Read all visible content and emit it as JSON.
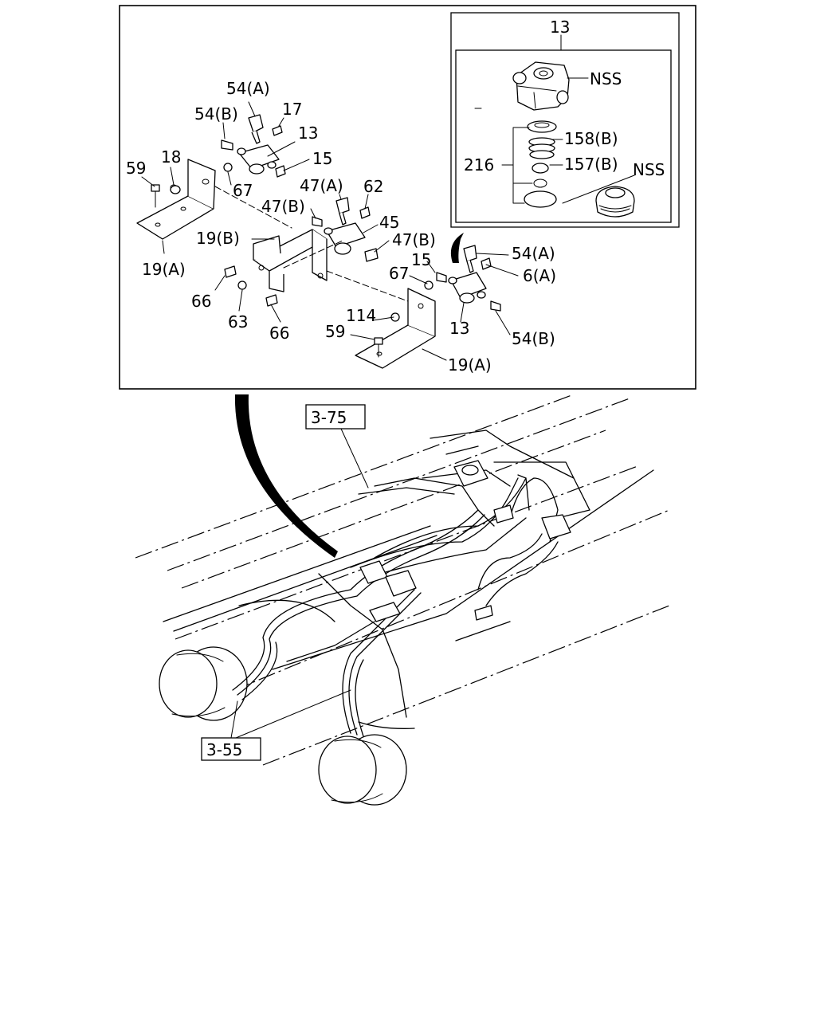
{
  "callouts": [
    {
      "text": "13"
    },
    {
      "text": "NSS"
    },
    {
      "text": "158(B)"
    },
    {
      "text": "216"
    },
    {
      "text": "157(B)"
    },
    {
      "text": "NSS"
    },
    {
      "text": "54(A)"
    },
    {
      "text": "54(B)"
    },
    {
      "text": "17"
    },
    {
      "text": "13"
    },
    {
      "text": "15"
    },
    {
      "text": "59"
    },
    {
      "text": "18"
    },
    {
      "text": "67"
    },
    {
      "text": "47(A)"
    },
    {
      "text": "62"
    },
    {
      "text": "47(B)"
    },
    {
      "text": "45"
    },
    {
      "text": "47(B)"
    },
    {
      "text": "19(B)"
    },
    {
      "text": "19(A)"
    },
    {
      "text": "15"
    },
    {
      "text": "54(A)"
    },
    {
      "text": "67"
    },
    {
      "text": "6(A)"
    },
    {
      "text": "66"
    },
    {
      "text": "63"
    },
    {
      "text": "66"
    },
    {
      "text": "114"
    },
    {
      "text": "13"
    },
    {
      "text": "59"
    },
    {
      "text": "54(B)"
    },
    {
      "text": "19(A)"
    }
  ],
  "references": [
    {
      "text": "3-75"
    },
    {
      "text": "3-55"
    }
  ]
}
